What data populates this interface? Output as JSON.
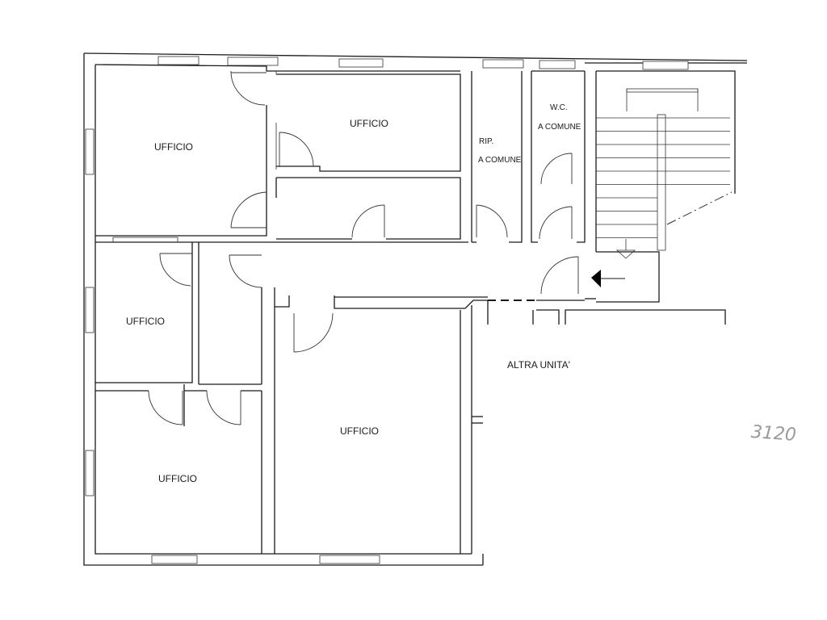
{
  "rooms": {
    "office_top_left": "UFFICIO",
    "office_top_middle": "UFFICIO",
    "storage_line1": "RIP.",
    "storage_line2": "A COMUNE",
    "wc_line1": "W.C.",
    "wc_line2": "A COMUNE",
    "office_mid_left": "UFFICIO",
    "office_bottom_left": "UFFICIO",
    "office_large": "UFFICIO",
    "other_unit": "ALTRA UNITA'"
  },
  "handwritten_note": "3120",
  "colors": {
    "line": "#1a1a1a",
    "background": "#ffffff",
    "note": "#9a9a9a"
  },
  "icons": {
    "entrance_arrow": "arrow-left-icon",
    "stair_direction": "triangle-down-icon"
  }
}
